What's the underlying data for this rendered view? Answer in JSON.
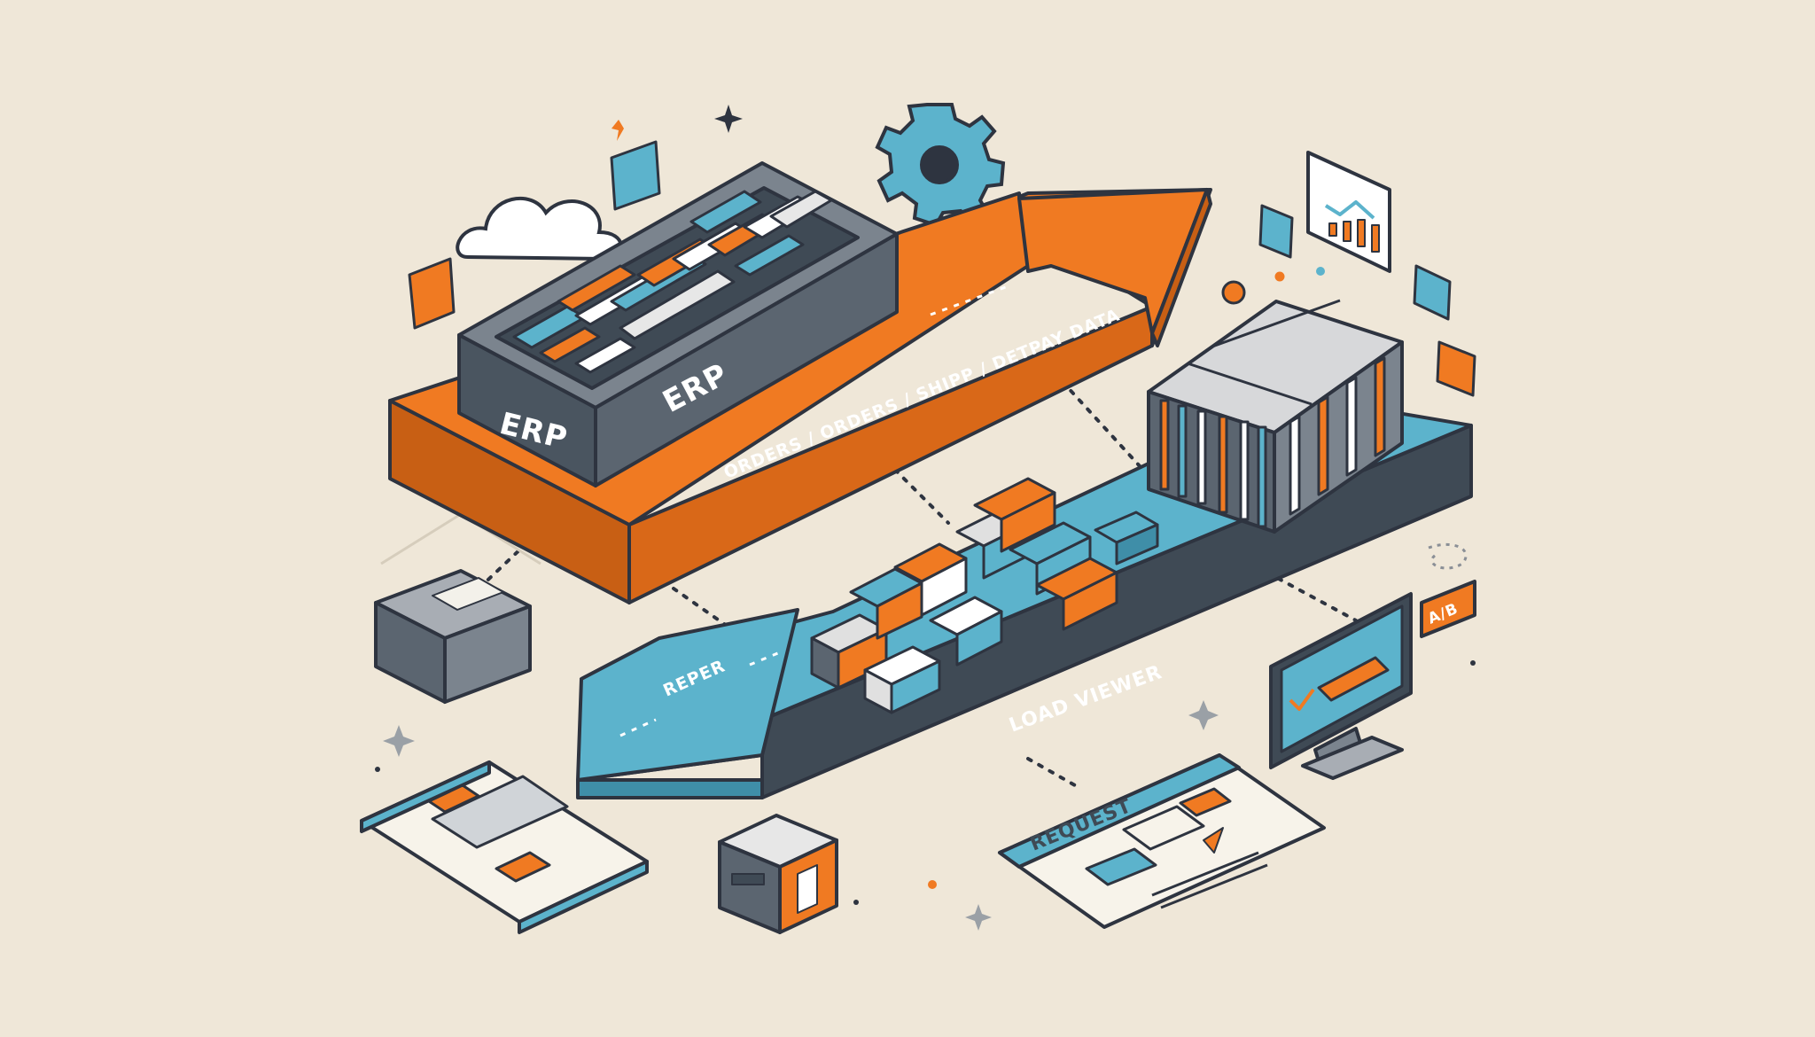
{
  "diagram": {
    "erp_label_front": "ERP",
    "erp_label_side": "ERP",
    "outbound_flow_label": "ORDERS / ORDERS / SHIPP / DETPAY DATA",
    "inbound_flow_label": "REPER",
    "inbound_platform_label": "LOAD VIEWER",
    "request_card_label": "REQUEST",
    "ab_badge_label": "A/B"
  },
  "colors": {
    "background": "#efe7d8",
    "orange": "#f07a22",
    "orange_dark": "#c85f14",
    "teal": "#5cb3cc",
    "teal_dark": "#3f8ea8",
    "slate": "#3f4a55",
    "slate_mid": "#5b6570",
    "outline": "#2e3440",
    "paper": "#f7f3ea"
  },
  "icons": [
    "cloud-icon",
    "gear-icon",
    "chart-icon",
    "monitor-icon",
    "package-box-icon",
    "sparkle-icon"
  ]
}
